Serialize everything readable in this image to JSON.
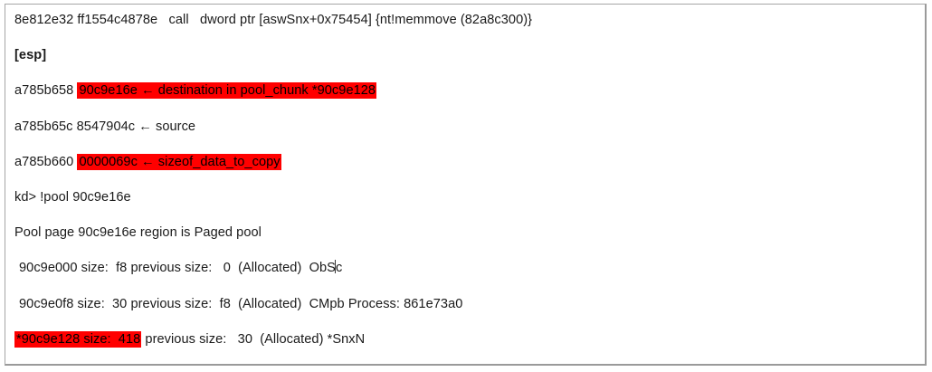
{
  "document": {
    "title": "WinDbg kernel debugger output excerpt",
    "highlight_color": "#ff0000",
    "text_color": "#1a1a1a",
    "border_color": "#a6a6a6",
    "lines": [
      {
        "id": "disasm-call",
        "segments": [
          {
            "text": "8e812e32 ff1554c4878e   call   dword ptr [aswSnx+0x75454] {nt!memmove (82a8c300)}",
            "style": "plain"
          }
        ]
      },
      {
        "id": "esp-label",
        "segments": [
          {
            "text": "[esp]",
            "style": "bold"
          }
        ]
      },
      {
        "id": "stack-destination",
        "segments": [
          {
            "text": "a785b658 ",
            "style": "plain"
          },
          {
            "text": "90c9e16e ← destination in pool_chunk *90c9e128",
            "style": "highlight"
          }
        ]
      },
      {
        "id": "stack-source",
        "segments": [
          {
            "text": "a785b65c 8547904c ← source",
            "style": "plain"
          }
        ]
      },
      {
        "id": "stack-size",
        "segments": [
          {
            "text": "a785b660 ",
            "style": "plain"
          },
          {
            "text": "0000069c ← sizeof_data_to_copy",
            "style": "highlight"
          }
        ]
      },
      {
        "id": "command-prompt",
        "segments": [
          {
            "text": "kd> !pool 90c9e16e",
            "style": "plain"
          }
        ]
      },
      {
        "id": "pool-page-region",
        "segments": [
          {
            "text": "Pool page 90c9e16e region is Paged pool",
            "style": "plain"
          }
        ]
      },
      {
        "id": "chunk-90c9e000",
        "indent": true,
        "caret_after": "90c9e000 size:  f8 previous size:   0  (Allocated)  ObS",
        "segments": [
          {
            "text": "90c9e000 size:  f8 previous size:   0  (Allocated)  ObS",
            "style": "plain"
          },
          {
            "text": "caret",
            "style": "caret"
          },
          {
            "text": "c",
            "style": "plain"
          }
        ]
      },
      {
        "id": "chunk-90c9e0f8",
        "indent": true,
        "segments": [
          {
            "text": "90c9e0f8 size:  30 previous size:  f8  (Allocated)  CMpb Process: 861e73a0",
            "style": "plain"
          }
        ]
      },
      {
        "id": "chunk-90c9e128",
        "segments": [
          {
            "text": "*90c9e128 size:  418",
            "style": "highlight"
          },
          {
            "text": " previous size:   30  (Allocated) *SnxN",
            "style": "plain"
          }
        ]
      }
    ],
    "line_texts": {
      "l0": "8e812e32 ff1554c4878e   call   dword ptr [aswSnx+0x75454] {nt!memmove (82a8c300)}",
      "l1": "[esp]",
      "l2a": "a785b658 ",
      "l2b": "90c9e16e ← destination in pool_chunk *90c9e128",
      "l3": "a785b65c 8547904c ← source",
      "l4a": "a785b660 ",
      "l4b": "0000069c ← sizeof_data_to_copy",
      "l5": "kd> !pool 90c9e16e",
      "l6": "Pool page 90c9e16e region is Paged pool",
      "l7a": "90c9e000 size:  f8 previous size:   0  (Allocated)  ObS",
      "l7b": "c",
      "l8": "90c9e0f8 size:  30 previous size:  f8  (Allocated)  CMpb Process: 861e73a0",
      "l9a": "*90c9e128 size:  418",
      "l9b": " previous size:   30  (Allocated) *SnxN"
    }
  }
}
